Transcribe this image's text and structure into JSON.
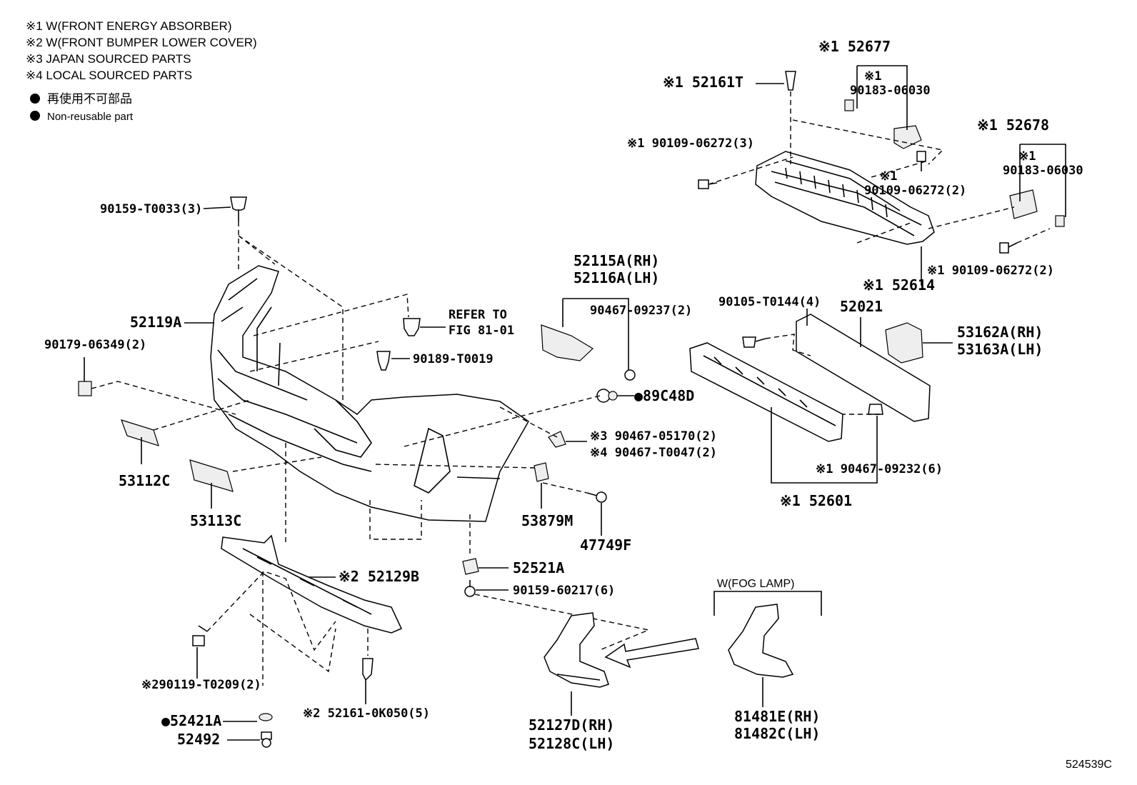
{
  "legend": {
    "n1": "※1 W(FRONT ENERGY ABSORBER)",
    "n2": "※2 W(FRONT BUMPER LOWER COVER)",
    "n3": "※3 JAPAN SOURCED PARTS",
    "n4": "※4 LOCAL SOURCED PARTS",
    "nr_jp": "再使用不可部品",
    "nr_en": "Non-reusable part"
  },
  "labels": {
    "p52677": "※1 52677",
    "p52161T": "※1 52161T",
    "p90183a_mark": "※1",
    "p90183a": "90183-06030",
    "p90109a": "※1 90109-06272(3)",
    "p90109b_mark": "※1",
    "p90109b": "90109-06272(2)",
    "p52678": "※1 52678",
    "p90183b_mark": "※1",
    "p90183b": "90183-06030",
    "p90109c": "※1 90109-06272(2)",
    "p52614": "※1 52614",
    "p90159T": "90159-T0033(3)",
    "p52115": "52115A(RH)",
    "p52116": "52116A(LH)",
    "p90467_09237": "90467-09237(2)",
    "p52119A": "52119A",
    "refer1": "REFER TO",
    "refer2": "FIG 81-01",
    "p90179": "90179-06349(2)",
    "p90189": "90189-T0019",
    "p89C48D": "●89C48D",
    "p90467_05170": "※3 90467-05170(2)",
    "p90467_T0047": "※4 90467-T0047(2)",
    "p90105": "90105-T0144(4)",
    "p52021": "52021",
    "p53162": "53162A(RH)",
    "p53163": "53163A(LH)",
    "p90467_09232": "※1 90467-09232(6)",
    "p52601": "※1 52601",
    "p53112C": "53112C",
    "p53113C": "53113C",
    "p53879M": "53879M",
    "p47749F": "47749F",
    "p52521A": "52521A",
    "p90159_60217": "90159-60217(6)",
    "p52129B": "※2 52129B",
    "fog": "W(FOG LAMP)",
    "p90119": "※290119-T0209(2)",
    "p52161_0K050": "※2 52161-0K050(5)",
    "p52421A": "●52421A",
    "p52492": "52492",
    "p52127D": "52127D(RH)",
    "p52128C": "52128C(LH)",
    "p81481E": "81481E(RH)",
    "p81482C": "81482C(LH)",
    "fig_id": "524539C"
  }
}
